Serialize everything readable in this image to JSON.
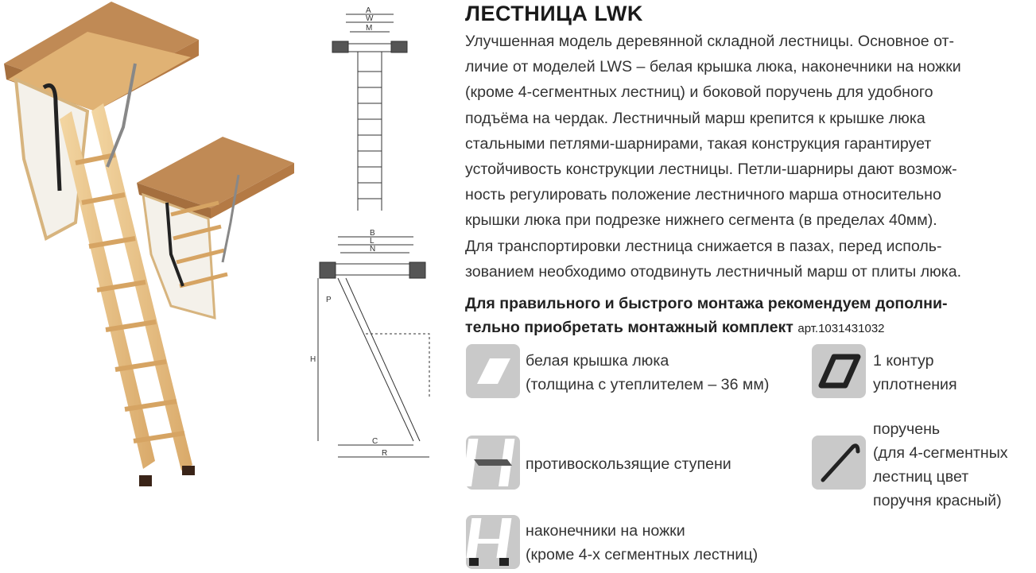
{
  "title": "ЛЕСТНИЦА LWK",
  "description_lines": [
    "Улучшенная модель деревянной складной лестницы. Основное от-",
    "личие от моделей LWS – белая крышка люка, наконечники на ножки",
    "(кроме 4-сегментных лестниц) и боковой поручень для удобного",
    "подъёма на чердак. Лестничный марш крепится к крышке люка",
    "стальными петлями-шарнирами, такая конструкция гарантирует",
    "устойчивость конструкции лестницы. Петли-шарниры дают возмож-",
    "ность регулировать положение лестничного марша относительно",
    "крышки люка при подрезке нижнего сегмента (в пределах 40мм).",
    "Для транспортировки лестница снижается в пазах, перед исполь-",
    "зованием необходимо отодвинуть лестничный марш от плиты люка."
  ],
  "recommendation": {
    "line1": "Для правильного и быстрого монтажа рекомендуем дополни-",
    "line2": "тельно приобретать монтажный комплект",
    "article": "арт.1031431032"
  },
  "features": {
    "hatch_cover": {
      "line1": "белая крышка люка",
      "line2": "(толщина с утеплителем – 36 мм)",
      "icon": "hatch-cover-icon"
    },
    "seal": {
      "line1": "1 контур",
      "line2": "уплотнения",
      "icon": "seal-contour-icon"
    },
    "steps": {
      "line1": "противоскользящие ступени",
      "icon": "anti-slip-step-icon"
    },
    "handrail": {
      "line1": "поручень",
      "line2": "(для 4-сегментных",
      "line3": "лестниц цвет",
      "line4": "поручня красный)",
      "icon": "handrail-icon"
    },
    "tips": {
      "line1": "наконечники на ножки",
      "line2": "(кроме 4-х сегментных лестниц)",
      "icon": "leg-tips-icon"
    }
  },
  "drawing_labels": {
    "top": [
      "A",
      "W",
      "M"
    ],
    "side": [
      "B",
      "L",
      "N",
      "P",
      "H",
      "C",
      "R"
    ]
  },
  "colors": {
    "wood": "#e8c48a",
    "frame": "#b9824f",
    "icon_bg": "#c9c9c9",
    "text": "#333333"
  }
}
